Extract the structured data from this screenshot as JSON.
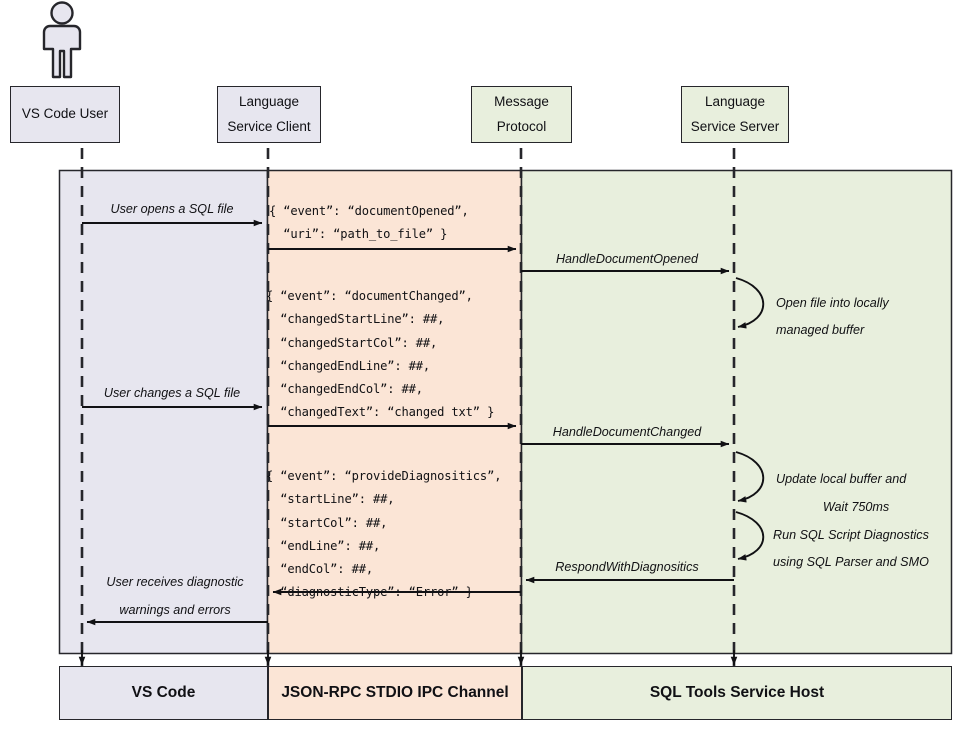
{
  "diagram": {
    "title": "SQL Tools Service / VS Code language service sequence diagram",
    "type": "sequence-diagram",
    "colors": {
      "vscode_band": "#e7e6ef",
      "ipc_band": "#fbe5d6",
      "service_band": "#e8efdd",
      "stroke": "#26262b",
      "text": "#111114"
    }
  },
  "actor": {
    "name": "vs-code-user-actor",
    "label": "VS Code User"
  },
  "participants": [
    {
      "id": "user",
      "line1": "VS Code User",
      "line2": "",
      "fill": "#e7e6ef"
    },
    {
      "id": "client",
      "line1": "Language",
      "line2": "Service Client",
      "fill": "#e7e6ef"
    },
    {
      "id": "proto",
      "line1": "Message",
      "line2": "Protocol",
      "fill": "#e8efdd"
    },
    {
      "id": "server",
      "line1": "Language",
      "line2": "Service Server",
      "fill": "#e8efdd"
    }
  ],
  "messages": {
    "user_opens": "User opens a SQL file",
    "user_changes": "User changes a SQL file",
    "user_receives_line1": "User receives diagnostic",
    "user_receives_line2": "warnings and errors",
    "handle_document_opened": "HandleDocumentOpened",
    "handle_document_changed": "HandleDocumentChanged",
    "respond_with_diagnositics": "RespondWithDiagnositics"
  },
  "notes": {
    "open_buffer_line1": "Open file into locally",
    "open_buffer_line2": "managed buffer",
    "update_buffer_line1": "Update local buffer and",
    "update_buffer_line2": "Wait 750ms",
    "run_diagnostics_line1": "Run SQL Script Diagnostics",
    "run_diagnostics_line2": "using SQL Parser and SMO"
  },
  "payloads": {
    "document_opened": "{ “event”: “documentOpened”,\n  “uri”: “path_to_file” }",
    "document_changed": "{ “event”: “documentChanged”,\n  “changedStartLine”: ##,\n  “changedStartCol”: ##,\n  “changedEndLine”: ##,\n  “changedEndCol”: ##,\n  “changedText”: “changed txt” }",
    "provide_diagnositics": "{ “event”: “provideDiagnositics”,\n  “startLine”: ##,\n  “startCol”: ##,\n  “endLine”: ##,\n  “endCol”: ##,\n  “diagnosticType”: “Error” }"
  },
  "footer": [
    {
      "id": "vscode",
      "label": "VS Code"
    },
    {
      "id": "ipc",
      "label": "JSON-RPC STDIO IPC Channel"
    },
    {
      "id": "service",
      "label": "SQL Tools Service Host"
    }
  ]
}
